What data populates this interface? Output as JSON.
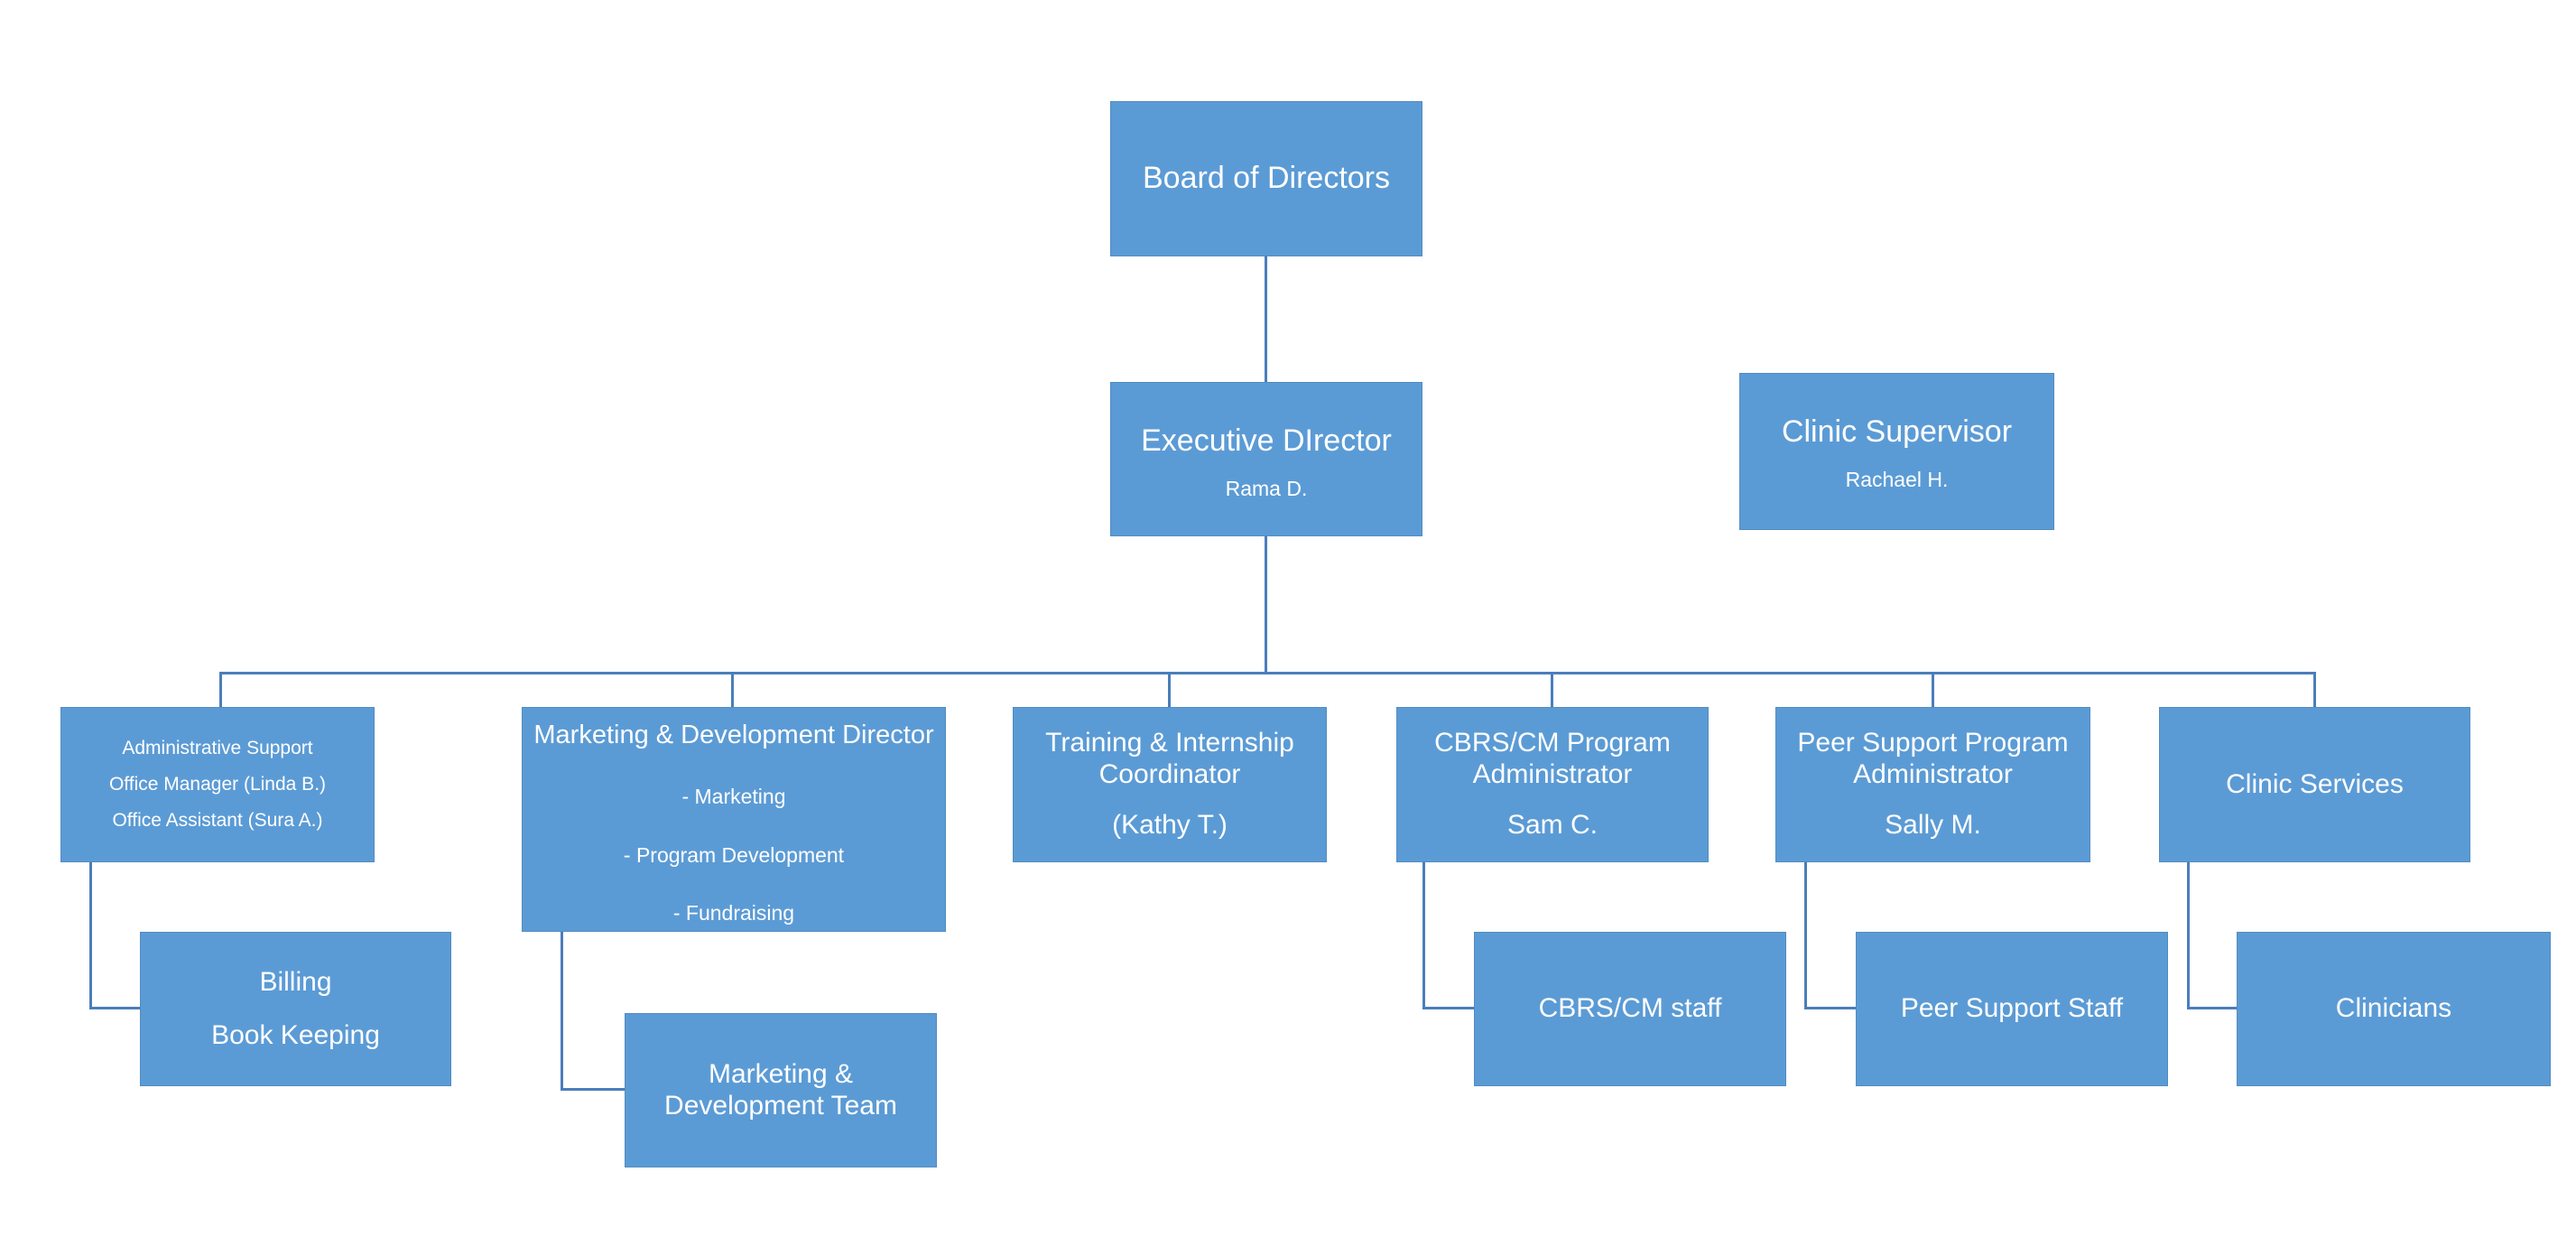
{
  "colors": {
    "box_fill": "#5B9BD5",
    "connector": "#4A7EBB",
    "text": "#FFFFFF",
    "background": "#FFFFFF"
  },
  "org": {
    "board": {
      "title": "Board of Directors"
    },
    "executive": {
      "title": "Executive DIrector",
      "name": "Rama D."
    },
    "clinic_supervisor": {
      "title": "Clinic Supervisor",
      "name": "Rachael H."
    },
    "admin_support": {
      "line1": "Administrative Support",
      "line2": "Office Manager (Linda B.)",
      "line3": "Office Assistant (Sura A.)"
    },
    "marketing_director": {
      "title": "Marketing & Development Director",
      "item1": "- Marketing",
      "item2": "- Program Development",
      "item3": "- Fundraising"
    },
    "training_coordinator": {
      "title": "Training & Internship Coordinator",
      "name": "(Kathy T.)"
    },
    "cbrs_admin": {
      "title": "CBRS/CM Program Administrator",
      "name": "Sam C."
    },
    "peer_admin": {
      "title": "Peer Support Program Administrator",
      "name": "Sally M."
    },
    "clinic_services": {
      "title": "Clinic Services"
    },
    "billing": {
      "line1": "Billing",
      "line2": "Book Keeping"
    },
    "marketing_team": {
      "title": "Marketing & Development Team"
    },
    "cbrs_staff": {
      "title": "CBRS/CM staff"
    },
    "peer_staff": {
      "title": "Peer Support Staff"
    },
    "clinicians": {
      "title": "Clinicians"
    }
  }
}
